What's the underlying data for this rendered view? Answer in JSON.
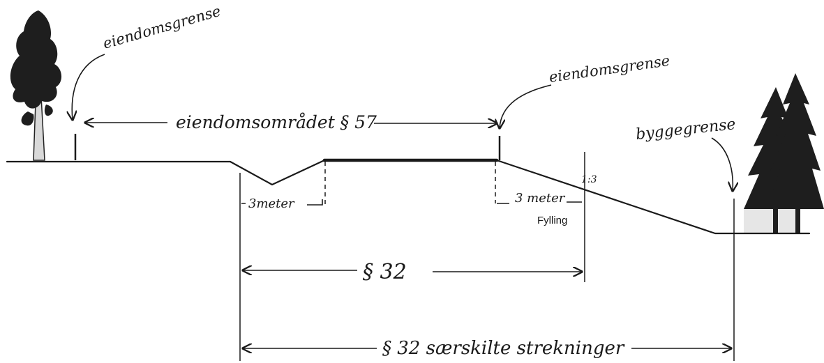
{
  "labels": {
    "property_boundary_left": "eiendomsgrense",
    "property_boundary_right": "eiendomsgrense",
    "property_area": "eiendomsområdet § 57",
    "building_line": "byggegrense",
    "ditch_width": "3meter",
    "fill_width": "3 meter",
    "fill": "Fylling",
    "slope_ratio": "1:3",
    "section_32": "§ 32",
    "section_32_special": "§ 32 særskilte strekninger"
  }
}
